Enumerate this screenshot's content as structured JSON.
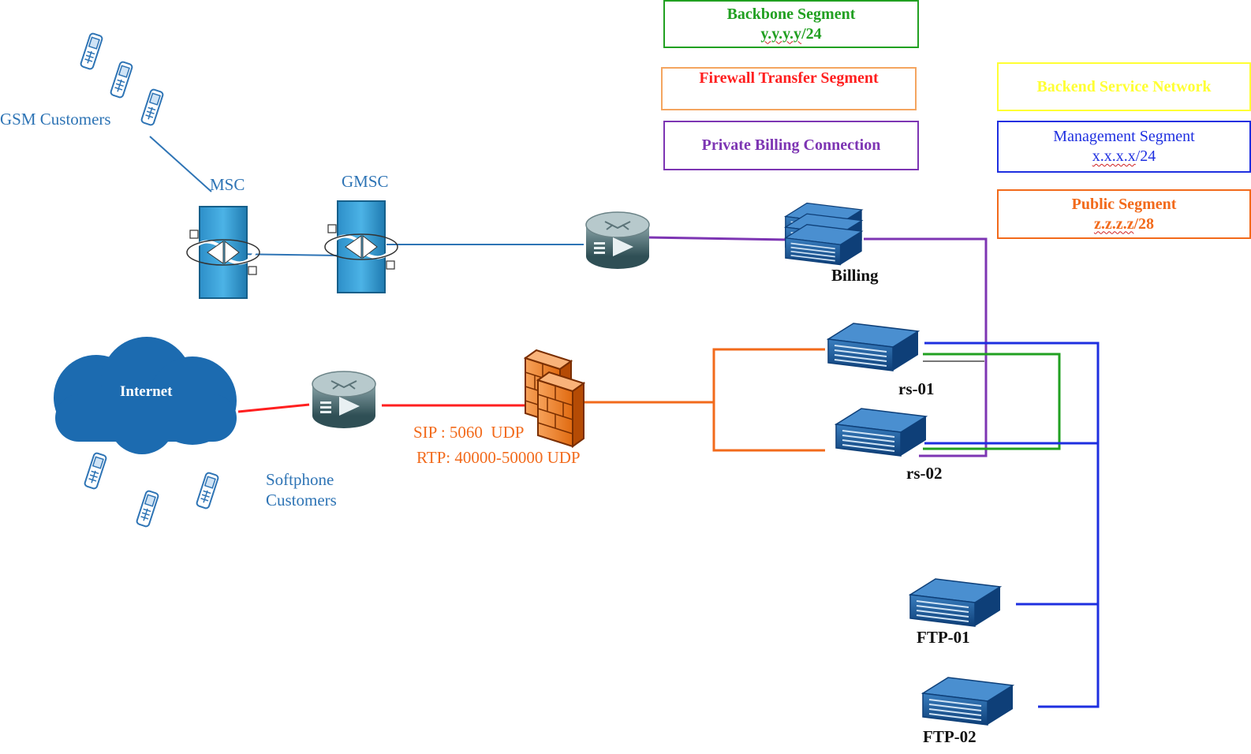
{
  "legend": {
    "backbone": {
      "title": "Backbone Segment",
      "subnet": "y.y.y.y",
      "mask": "/24",
      "color": "#21a021"
    },
    "firewall_transfer": {
      "title": "Firewall Transfer Segment",
      "color": "#ff1f1f"
    },
    "private_billing": {
      "title": "Private Billing Connection",
      "color": "#7d35b3"
    },
    "backend_service": {
      "title": "Backend Service Network",
      "color": "#ffff33"
    },
    "management": {
      "title": "Management Segment",
      "subnet": "x.x.x.x",
      "mask": "/24",
      "color": "#1e2fe0"
    },
    "public": {
      "title": "Public Segment",
      "subnet": "z.z.z.z",
      "mask": "/28",
      "color": "#f26a1b"
    }
  },
  "nodes": {
    "gsm_customers": "GSM Customers",
    "msc": "MSC",
    "gmsc": "GMSC",
    "billing": "Billing",
    "internet": "Internet",
    "softphone_line1": "Softphone",
    "softphone_line2": "Customers",
    "rs01": "rs-01",
    "rs02": "rs-02",
    "ftp01": "FTP-01",
    "ftp02": "FTP-02"
  },
  "firewall_ports": {
    "sip": "SIP : 5060  UDP",
    "rtp": "RTP: 40000-50000 UDP"
  },
  "icons": [
    "mobile-phone-icon",
    "switch-icon",
    "router-icon",
    "firewall-icon",
    "server-icon",
    "cloud-icon"
  ]
}
